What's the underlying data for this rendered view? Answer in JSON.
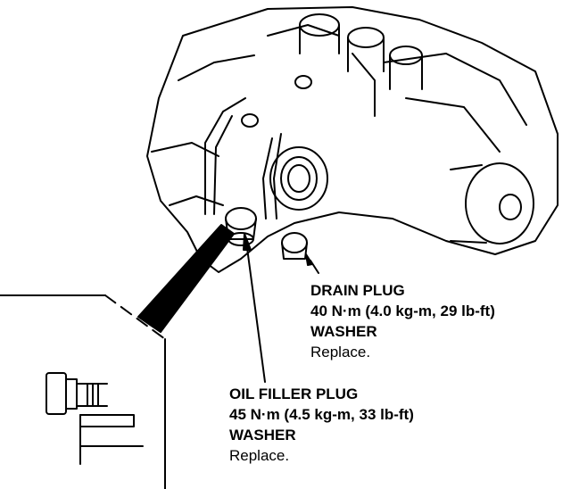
{
  "drain_plug": {
    "name": "DRAIN PLUG",
    "torque": "40 N·m (4.0 kg-m, 29 lb-ft)",
    "washer": "WASHER",
    "action": "Replace."
  },
  "oil_filler_plug": {
    "name": "OIL FILLER PLUG",
    "torque": "45 N·m (4.5 kg-m, 33 lb-ft)",
    "washer": "WASHER",
    "action": "Replace."
  }
}
